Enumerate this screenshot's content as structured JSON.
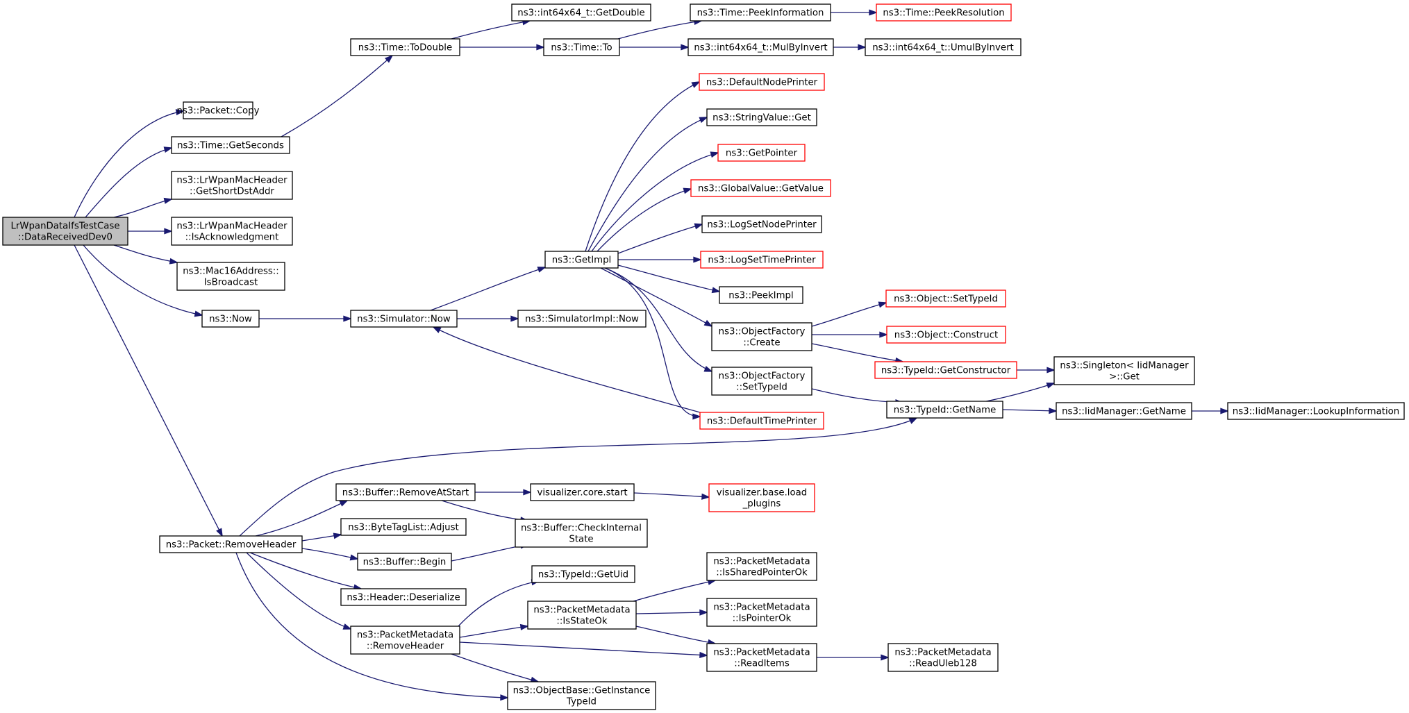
{
  "colors": {
    "edge": "#191970",
    "node_border": "#000000",
    "node_border_truncated": "#ff0000",
    "node_fill": "#ffffff",
    "root_fill": "#bfbfbf"
  },
  "nodes": [
    {
      "id": "root",
      "lines": [
        "LrWpanDataIfsTestCase",
        "::DataReceivedDev0"
      ],
      "style": "root"
    },
    {
      "id": "packet_copy",
      "lines": [
        "ns3::Packet::Copy"
      ],
      "style": "normal"
    },
    {
      "id": "time_getseconds",
      "lines": [
        "ns3::Time::GetSeconds"
      ],
      "style": "normal"
    },
    {
      "id": "lrwpan_getshortdst",
      "lines": [
        "ns3::LrWpanMacHeader",
        "::GetShortDstAddr"
      ],
      "style": "normal"
    },
    {
      "id": "lrwpan_isack",
      "lines": [
        "ns3::LrWpanMacHeader",
        "::IsAcknowledgment"
      ],
      "style": "normal"
    },
    {
      "id": "mac16_isbroadcast",
      "lines": [
        "ns3::Mac16Address::",
        "IsBroadcast"
      ],
      "style": "normal"
    },
    {
      "id": "ns3_now",
      "lines": [
        "ns3::Now"
      ],
      "style": "normal"
    },
    {
      "id": "time_todouble",
      "lines": [
        "ns3::Time::ToDouble"
      ],
      "style": "normal"
    },
    {
      "id": "int64_getdouble",
      "lines": [
        "ns3::int64x64_t::GetDouble"
      ],
      "style": "normal"
    },
    {
      "id": "time_to",
      "lines": [
        "ns3::Time::To"
      ],
      "style": "normal"
    },
    {
      "id": "time_peekinfo",
      "lines": [
        "ns3::Time::PeekInformation"
      ],
      "style": "normal"
    },
    {
      "id": "time_peekres",
      "lines": [
        "ns3::Time::PeekResolution"
      ],
      "style": "truncated"
    },
    {
      "id": "int64_mulbyinvert",
      "lines": [
        "ns3::int64x64_t::MulByInvert"
      ],
      "style": "normal"
    },
    {
      "id": "int64_umulbyinvert",
      "lines": [
        "ns3::int64x64_t::UmulByInvert"
      ],
      "style": "normal"
    },
    {
      "id": "simulator_now",
      "lines": [
        "ns3::Simulator::Now"
      ],
      "style": "normal"
    },
    {
      "id": "simulatorimpl_now",
      "lines": [
        "ns3::SimulatorImpl::Now"
      ],
      "style": "normal"
    },
    {
      "id": "getimpl",
      "lines": [
        "ns3::GetImpl"
      ],
      "style": "normal"
    },
    {
      "id": "defaultnodeprinter",
      "lines": [
        "ns3::DefaultNodePrinter"
      ],
      "style": "truncated"
    },
    {
      "id": "stringvalue_get",
      "lines": [
        "ns3::StringValue::Get"
      ],
      "style": "normal"
    },
    {
      "id": "getpointer",
      "lines": [
        "ns3::GetPointer"
      ],
      "style": "truncated"
    },
    {
      "id": "globalvalue_getvalue",
      "lines": [
        "ns3::GlobalValue::GetValue"
      ],
      "style": "truncated"
    },
    {
      "id": "logsetnodeprinter",
      "lines": [
        "ns3::LogSetNodePrinter"
      ],
      "style": "normal"
    },
    {
      "id": "logsettimeprinter",
      "lines": [
        "ns3::LogSetTimePrinter"
      ],
      "style": "truncated"
    },
    {
      "id": "peekimpl",
      "lines": [
        "ns3::PeekImpl"
      ],
      "style": "normal"
    },
    {
      "id": "objectfactory_create",
      "lines": [
        "ns3::ObjectFactory",
        "::Create"
      ],
      "style": "normal"
    },
    {
      "id": "objectfactory_settypeid",
      "lines": [
        "ns3::ObjectFactory",
        "::SetTypeId"
      ],
      "style": "normal"
    },
    {
      "id": "defaulttimeprinter",
      "lines": [
        "ns3::DefaultTimePrinter"
      ],
      "style": "truncated"
    },
    {
      "id": "object_settypeid",
      "lines": [
        "ns3::Object::SetTypeId"
      ],
      "style": "truncated"
    },
    {
      "id": "object_construct",
      "lines": [
        "ns3::Object::Construct"
      ],
      "style": "truncated"
    },
    {
      "id": "typeid_getconstructor",
      "lines": [
        "ns3::TypeId::GetConstructor"
      ],
      "style": "truncated"
    },
    {
      "id": "singleton_get",
      "lines": [
        "ns3::Singleton< IidManager",
        " >::Get"
      ],
      "style": "normal"
    },
    {
      "id": "typeid_getname",
      "lines": [
        "ns3::TypeId::GetName"
      ],
      "style": "normal"
    },
    {
      "id": "iidmanager_getname",
      "lines": [
        "ns3::IidManager::GetName"
      ],
      "style": "normal"
    },
    {
      "id": "iidmanager_lookup",
      "lines": [
        "ns3::IidManager::LookupInformation"
      ],
      "style": "normal"
    },
    {
      "id": "packet_removeheader",
      "lines": [
        "ns3::Packet::RemoveHeader"
      ],
      "style": "normal"
    },
    {
      "id": "buffer_removeatstart",
      "lines": [
        "ns3::Buffer::RemoveAtStart"
      ],
      "style": "normal"
    },
    {
      "id": "visualizer_core_start",
      "lines": [
        "visualizer.core.start"
      ],
      "style": "normal"
    },
    {
      "id": "visualizer_base_load",
      "lines": [
        "visualizer.base.load",
        "_plugins"
      ],
      "style": "truncated"
    },
    {
      "id": "bytetaglist_adjust",
      "lines": [
        "ns3::ByteTagList::Adjust"
      ],
      "style": "normal"
    },
    {
      "id": "buffer_checkinternal",
      "lines": [
        "ns3::Buffer::CheckInternal",
        "State"
      ],
      "style": "normal"
    },
    {
      "id": "buffer_begin",
      "lines": [
        "ns3::Buffer::Begin"
      ],
      "style": "normal"
    },
    {
      "id": "header_deserialize",
      "lines": [
        "ns3::Header::Deserialize"
      ],
      "style": "normal"
    },
    {
      "id": "typeid_getuid",
      "lines": [
        "ns3::TypeId::GetUid"
      ],
      "style": "normal"
    },
    {
      "id": "pm_issharedpointerok",
      "lines": [
        "ns3::PacketMetadata",
        "::IsSharedPointerOk"
      ],
      "style": "normal"
    },
    {
      "id": "pm_isstateok",
      "lines": [
        "ns3::PacketMetadata",
        "::IsStateOk"
      ],
      "style": "normal"
    },
    {
      "id": "pm_ispointerok",
      "lines": [
        "ns3::PacketMetadata",
        "::IsPointerOk"
      ],
      "style": "normal"
    },
    {
      "id": "pm_removeheader",
      "lines": [
        "ns3::PacketMetadata",
        "::RemoveHeader"
      ],
      "style": "normal"
    },
    {
      "id": "pm_readitems",
      "lines": [
        "ns3::PacketMetadata",
        "::ReadItems"
      ],
      "style": "normal"
    },
    {
      "id": "pm_readuleb128",
      "lines": [
        "ns3::PacketMetadata",
        "::ReadUleb128"
      ],
      "style": "normal"
    },
    {
      "id": "objectbase_getinstancetypeid",
      "lines": [
        "ns3::ObjectBase::GetInstance",
        "TypeId"
      ],
      "style": "normal"
    }
  ],
  "edges": [
    [
      "root",
      "packet_copy"
    ],
    [
      "root",
      "time_getseconds"
    ],
    [
      "root",
      "lrwpan_getshortdst"
    ],
    [
      "root",
      "lrwpan_isack"
    ],
    [
      "root",
      "mac16_isbroadcast"
    ],
    [
      "root",
      "ns3_now"
    ],
    [
      "root",
      "packet_removeheader"
    ],
    [
      "time_getseconds",
      "time_todouble"
    ],
    [
      "time_todouble",
      "int64_getdouble"
    ],
    [
      "time_todouble",
      "time_to"
    ],
    [
      "time_to",
      "time_peekinfo"
    ],
    [
      "time_to",
      "int64_mulbyinvert"
    ],
    [
      "time_peekinfo",
      "time_peekres"
    ],
    [
      "int64_mulbyinvert",
      "int64_umulbyinvert"
    ],
    [
      "ns3_now",
      "simulator_now"
    ],
    [
      "simulator_now",
      "getimpl"
    ],
    [
      "simulator_now",
      "simulatorimpl_now"
    ],
    [
      "getimpl",
      "defaultnodeprinter"
    ],
    [
      "getimpl",
      "stringvalue_get"
    ],
    [
      "getimpl",
      "getpointer"
    ],
    [
      "getimpl",
      "globalvalue_getvalue"
    ],
    [
      "getimpl",
      "logsetnodeprinter"
    ],
    [
      "getimpl",
      "logsettimeprinter"
    ],
    [
      "getimpl",
      "peekimpl"
    ],
    [
      "getimpl",
      "objectfactory_create"
    ],
    [
      "getimpl",
      "objectfactory_settypeid"
    ],
    [
      "getimpl",
      "defaulttimeprinter"
    ],
    [
      "defaulttimeprinter",
      "simulator_now"
    ],
    [
      "objectfactory_create",
      "object_settypeid"
    ],
    [
      "objectfactory_create",
      "object_construct"
    ],
    [
      "objectfactory_create",
      "typeid_getconstructor"
    ],
    [
      "typeid_getconstructor",
      "singleton_get"
    ],
    [
      "objectfactory_settypeid",
      "typeid_getname"
    ],
    [
      "typeid_getname",
      "singleton_get"
    ],
    [
      "typeid_getname",
      "iidmanager_getname"
    ],
    [
      "iidmanager_getname",
      "iidmanager_lookup"
    ],
    [
      "packet_removeheader",
      "typeid_getname"
    ],
    [
      "packet_removeheader",
      "buffer_removeatstart"
    ],
    [
      "packet_removeheader",
      "bytetaglist_adjust"
    ],
    [
      "packet_removeheader",
      "buffer_begin"
    ],
    [
      "packet_removeheader",
      "header_deserialize"
    ],
    [
      "packet_removeheader",
      "pm_removeheader"
    ],
    [
      "packet_removeheader",
      "objectbase_getinstancetypeid"
    ],
    [
      "buffer_removeatstart",
      "visualizer_core_start"
    ],
    [
      "buffer_removeatstart",
      "buffer_checkinternal"
    ],
    [
      "visualizer_core_start",
      "visualizer_base_load"
    ],
    [
      "buffer_begin",
      "buffer_checkinternal"
    ],
    [
      "pm_removeheader",
      "typeid_getuid"
    ],
    [
      "pm_removeheader",
      "pm_isstateok"
    ],
    [
      "pm_removeheader",
      "pm_readitems"
    ],
    [
      "pm_removeheader",
      "objectbase_getinstancetypeid"
    ],
    [
      "pm_isstateok",
      "pm_issharedpointerok"
    ],
    [
      "pm_isstateok",
      "pm_ispointerok"
    ],
    [
      "pm_isstateok",
      "pm_readitems"
    ],
    [
      "pm_readitems",
      "pm_readuleb128"
    ]
  ]
}
